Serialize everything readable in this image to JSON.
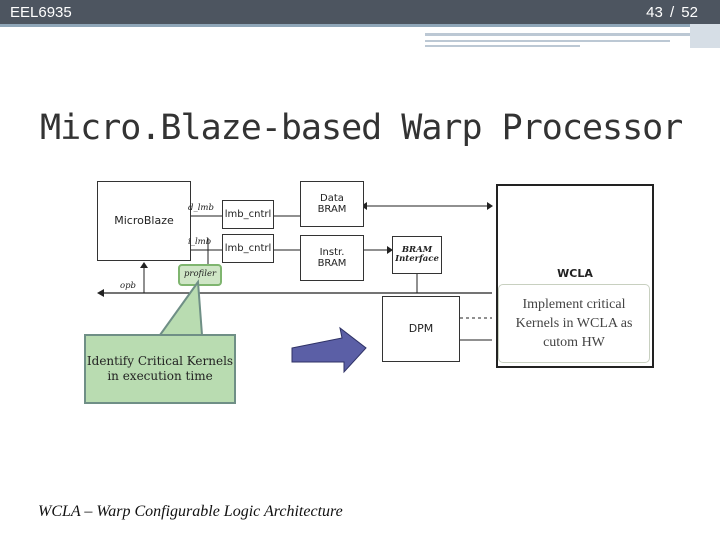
{
  "header": {
    "course": "EEL6935",
    "page_number": "43",
    "page_total": "/ 52"
  },
  "slide": {
    "title": "Micro.Blaze-based Warp Processor"
  },
  "diagram": {
    "microblaze_label": "MicroBlaze",
    "d_lmb_label": "d_lmb",
    "i_lmb_label": "i_lmb",
    "lmb_cntrl_1": "lmb_cntrl",
    "lmb_cntrl_2": "lmb_cntrl",
    "data_bram_line1": "Data",
    "data_bram_line2": "BRAM",
    "instr_bram_line1": "Instr.",
    "instr_bram_line2": "BRAM",
    "bram_interface_line1": "BRAM",
    "bram_interface_line2": "Interface",
    "profiler_label": "profiler",
    "opb_label": "opb",
    "dpm_label": "DPM",
    "wcla_label": "WCLA",
    "colors": {
      "profiler_fill": "#cfe6c6",
      "profiler_border": "#7fb56f",
      "arrow_fill": "#5b5fa6"
    }
  },
  "callouts": {
    "wcla_text": "Implement critical Kernels in WCLA as cutom HW",
    "kernels_text": "Identify Critical Kernels in execution time",
    "kernels_fill": "#b9dcb1"
  },
  "footer": {
    "note": "WCLA – Warp Configurable Logic Architecture"
  }
}
